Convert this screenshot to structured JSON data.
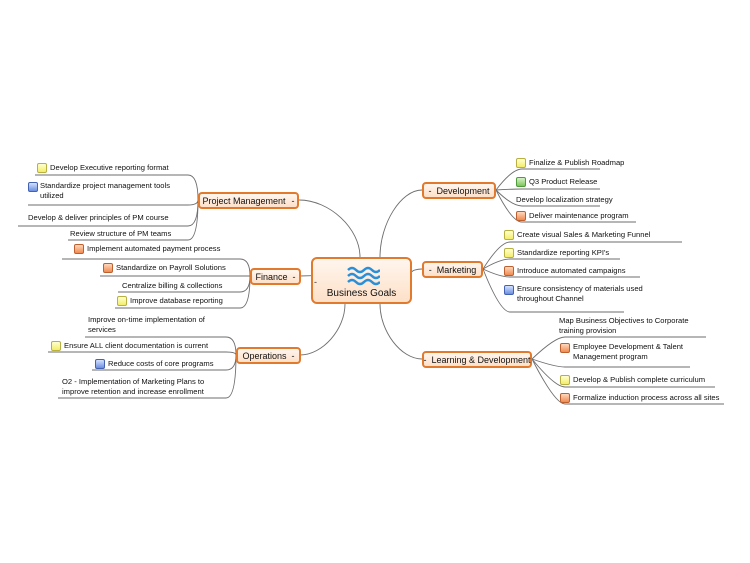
{
  "central": {
    "label": "Business Goals",
    "collapse": "-"
  },
  "topics": {
    "pm": {
      "label": "Project Management",
      "toggle": "-"
    },
    "finance": {
      "label": "Finance",
      "toggle": "-"
    },
    "operations": {
      "label": "Operations",
      "toggle": "-"
    },
    "development": {
      "label": "Development",
      "toggle": "-"
    },
    "marketing": {
      "label": "Marketing",
      "toggle": "-"
    },
    "ld": {
      "label": "Learning & Development",
      "toggle": "-"
    }
  },
  "pm_items": [
    {
      "text": "Develop Executive reporting format",
      "icon": "yellow"
    },
    {
      "text": "Standardize project management tools\nutilized",
      "icon": "blue"
    },
    {
      "text": "Develop & deliver principles of PM course",
      "icon": ""
    },
    {
      "text": "Review structure of PM teams",
      "icon": ""
    }
  ],
  "finance_items": [
    {
      "text": "Implement automated payment process",
      "icon": "orange"
    },
    {
      "text": "Standardize on Payroll Solutions",
      "icon": "orange"
    },
    {
      "text": "Centralize billing & collections",
      "icon": ""
    },
    {
      "text": "Improve database reporting",
      "icon": "yellow"
    }
  ],
  "operations_items": [
    {
      "text": "Improve on-time implementation of\nservices",
      "icon": ""
    },
    {
      "text": "Ensure ALL client documentation is current",
      "icon": "yellow"
    },
    {
      "text": "Reduce costs of core programs",
      "icon": "blue"
    },
    {
      "text": "O2 - Implementation of Marketing Plans to\nimprove retention and increase enrollment",
      "icon": ""
    }
  ],
  "development_items": [
    {
      "text": "Finalize & Publish Roadmap",
      "icon": "yellow"
    },
    {
      "text": "Q3 Product Release",
      "icon": "green"
    },
    {
      "text": "Develop localization strategy",
      "icon": ""
    },
    {
      "text": "Deliver maintenance program",
      "icon": "orange"
    }
  ],
  "marketing_items": [
    {
      "text": "Create visual Sales & Marketing Funnel",
      "icon": "yellow"
    },
    {
      "text": "Standardize reporting KPI's",
      "icon": "yellow"
    },
    {
      "text": "Introduce automated campaigns",
      "icon": "orange"
    },
    {
      "text": "Ensure consistency of materials used\nthroughout Channel",
      "icon": "blue"
    }
  ],
  "ld_items": [
    {
      "text": "Map Business Objectives to Corporate\ntraining provision",
      "icon": ""
    },
    {
      "text": "Employee Development & Talent\nManagement program",
      "icon": "orange"
    },
    {
      "text": "Develop & Publish complete curriculum",
      "icon": "yellow"
    },
    {
      "text": "Formalize induction process across all sites",
      "icon": "orange"
    }
  ]
}
